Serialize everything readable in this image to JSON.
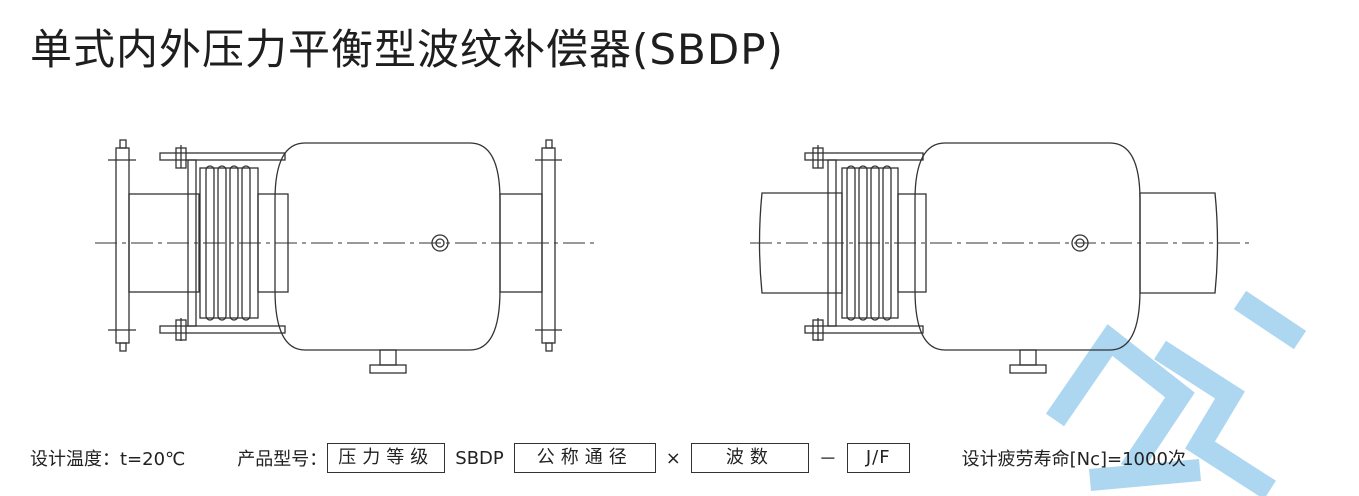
{
  "title": "单式内外压力平衡型波纹补偿器(SBDP)",
  "spec": {
    "design_temp": "设计温度：t=20℃",
    "model_label": "产品型号：",
    "pressure_grade": "压力等级",
    "series_code": "SBDP",
    "nominal_diameter": "公称通径",
    "times_sign": "×",
    "wave_count": "波数",
    "dash": "－",
    "end_type": "J/F",
    "fatigue_life": "设计疲劳寿命[Nc]=1000次"
  },
  "watermark": {
    "color": "#9fd0ef"
  },
  "line_color": "#333333"
}
